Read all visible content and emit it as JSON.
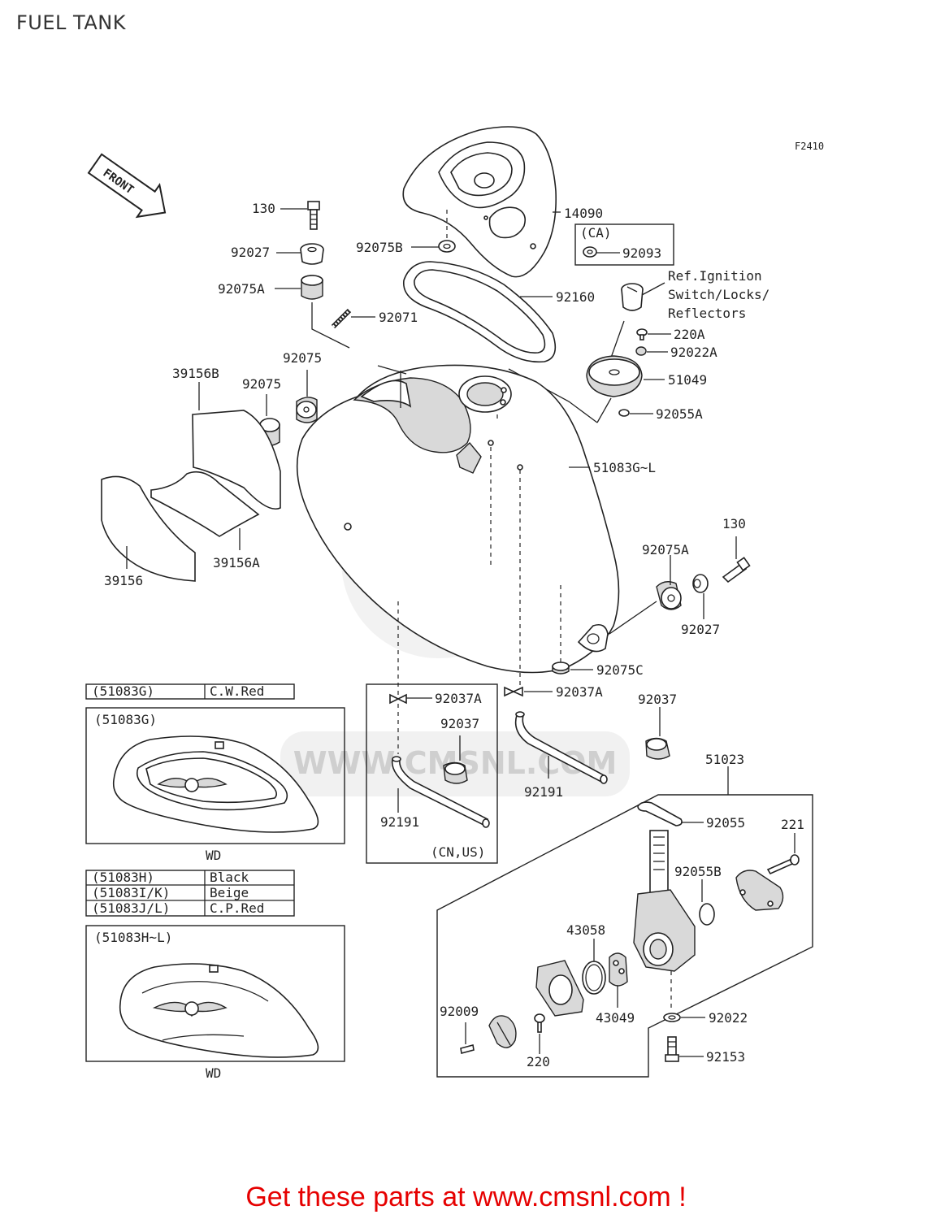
{
  "page_title": "FUEL TANK",
  "figure_code": "F2410",
  "front_label": "FRONT",
  "labels": {
    "p130_top": "130",
    "p92027_top": "92027",
    "p92075A_top": "92075A",
    "p92071": "92071",
    "p92075B": "92075B",
    "p14090": "14090",
    "ca_box": "(CA)",
    "p92093": "92093",
    "p92160": "92160",
    "ref_line1": "Ref.Ignition",
    "ref_line2": "Switch/Locks/",
    "ref_line3": "Reflectors",
    "p220A": "220A",
    "p92022A": "92022A",
    "p51049": "51049",
    "p92055A": "92055A",
    "p51083": "51083G~L",
    "p39156B": "39156B",
    "p92075_a": "92075",
    "p92075_b": "92075",
    "p39156A": "39156A",
    "p39156": "39156",
    "p130_right": "130",
    "p92075A_right": "92075A",
    "p92027_right": "92027",
    "p92075C": "92075C",
    "p92037A_left": "92037A",
    "p92037_left": "92037",
    "p92191_left": "92191",
    "cn_us": "(CN,US)",
    "p92037A_right": "92037A",
    "p92037_right": "92037",
    "p92191_right": "92191",
    "p51023": "51023",
    "p92055": "92055",
    "p221": "221",
    "p92055B": "92055B",
    "p43058": "43058",
    "p43049": "43049",
    "p92009": "92009",
    "p220": "220",
    "p92022": "92022",
    "p92153": "92153"
  },
  "color_tables": {
    "table1": [
      {
        "code": "(51083G)",
        "color": "C.W.Red"
      }
    ],
    "table2": [
      {
        "code": "(51083H)",
        "color": "Black"
      },
      {
        "code": "(51083I/K)",
        "color": "Beige"
      },
      {
        "code": "(51083J/L)",
        "color": "C.P.Red"
      }
    ]
  },
  "inset1": {
    "title": "(51083G)",
    "caption": "WD"
  },
  "inset2": {
    "title": "(51083H~L)",
    "caption": "WD"
  },
  "watermark": "WWW.CMSNL.COM",
  "footer": "Get these parts at www.cmsnl.com !",
  "colors": {
    "footer": "#e60000",
    "ink": "#222222",
    "watermark": "#e6e6e6"
  }
}
